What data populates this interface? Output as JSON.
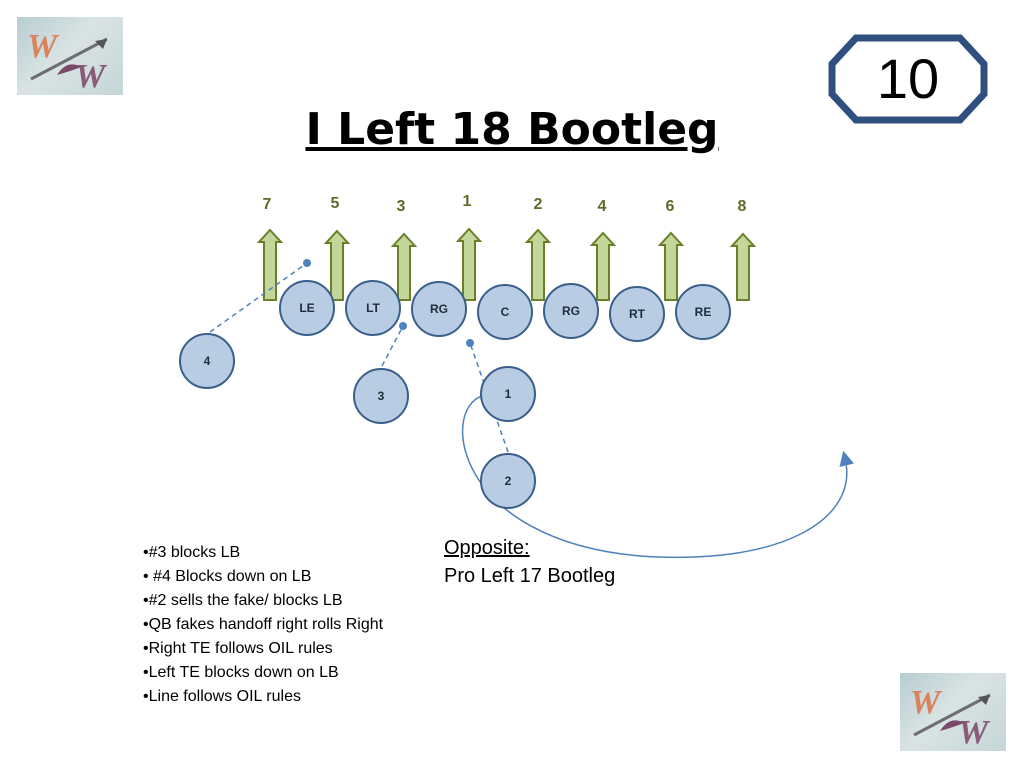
{
  "title": "I Left 18 Bootleg",
  "play_number": "10",
  "colors": {
    "player_fill": "#b8cce4",
    "player_stroke": "#3a5f8a",
    "arrow_fill": "#c4d79b",
    "arrow_stroke": "#6b7f2a",
    "hole_label": "#5b6b2a",
    "route_line": "#4f81bd"
  },
  "holes": [
    "7",
    "5",
    "3",
    "1",
    "2",
    "4",
    "6",
    "8"
  ],
  "linemen": [
    {
      "label": "LE"
    },
    {
      "label": "LT"
    },
    {
      "label": "RG"
    },
    {
      "label": "C"
    },
    {
      "label": "RG"
    },
    {
      "label": "RT"
    },
    {
      "label": "RE"
    }
  ],
  "backs": [
    {
      "label": "4"
    },
    {
      "label": "3"
    },
    {
      "label": "1"
    },
    {
      "label": "2"
    }
  ],
  "notes": [
    "#3 blocks LB",
    " #4 Blocks down on LB",
    "#2 sells the fake/ blocks LB",
    "QB fakes handoff right rolls Right",
    "Right TE follows OIL rules",
    "Left TE blocks down on LB",
    "Line follows OIL rules"
  ],
  "opposite": {
    "heading": "Opposite:",
    "play": "Pro Left 17 Bootleg"
  }
}
